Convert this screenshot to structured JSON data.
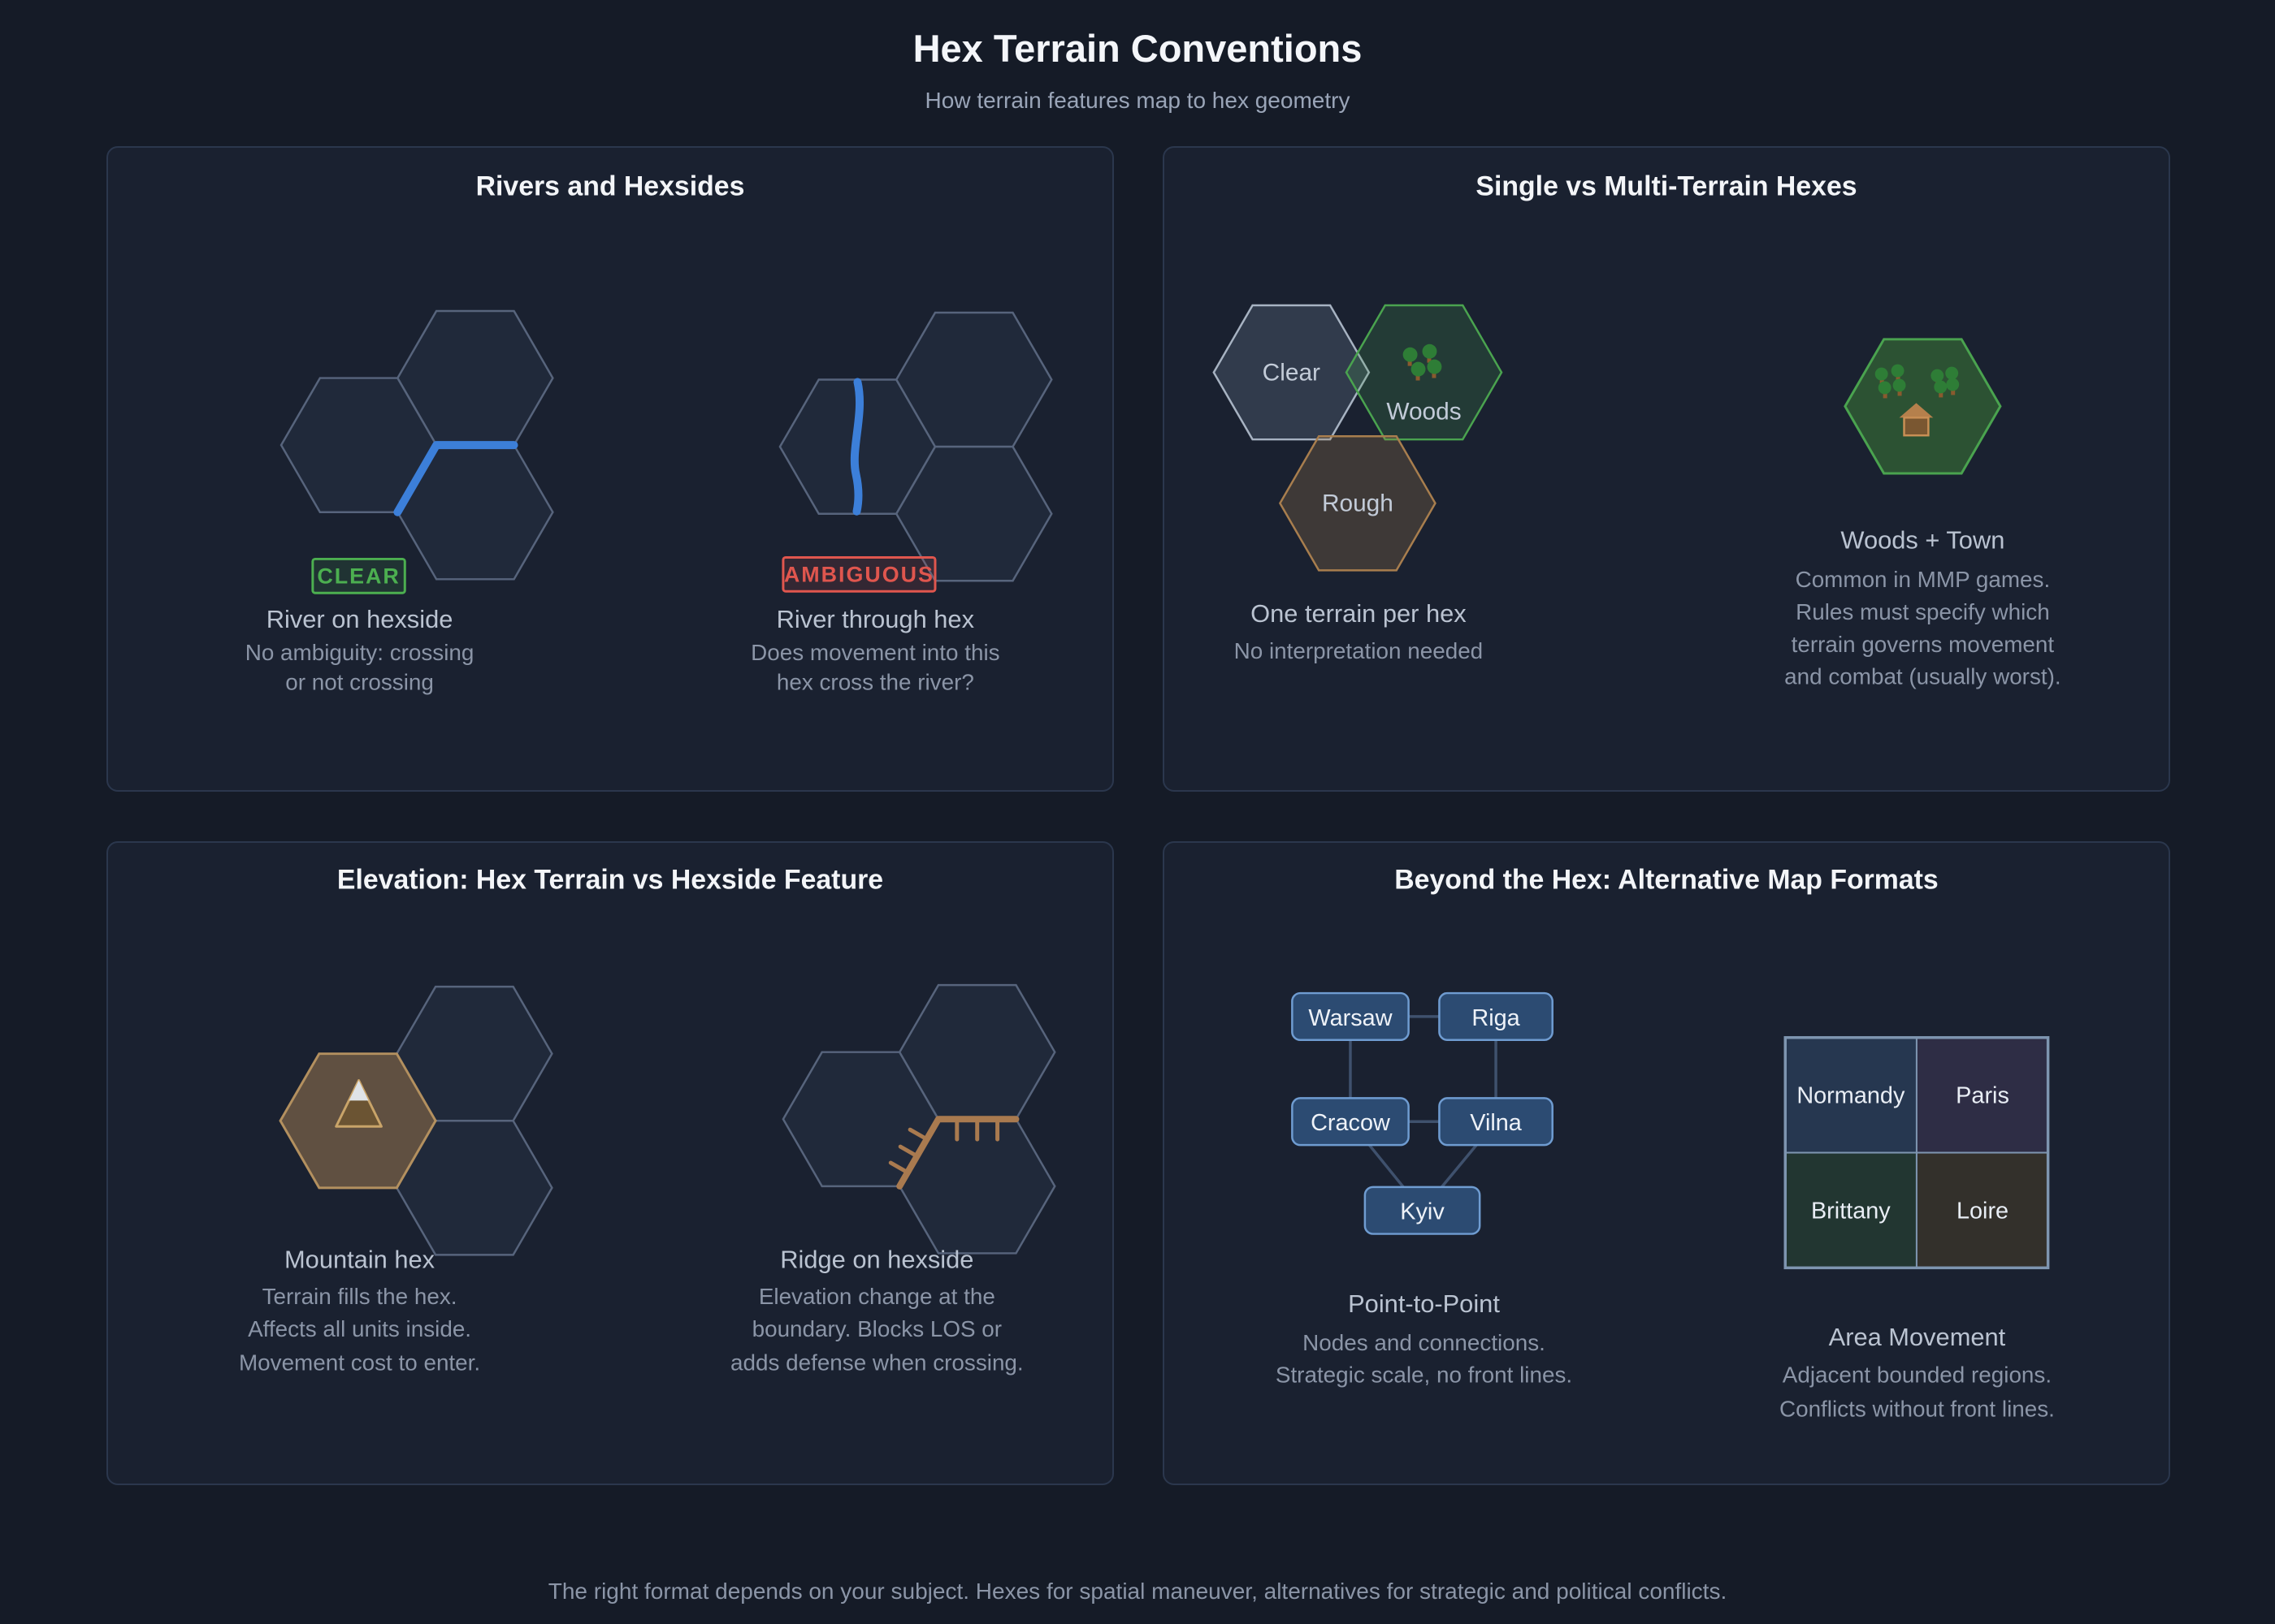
{
  "page": {
    "title": "Hex Terrain Conventions",
    "subtitle": "How terrain features map to hex geometry",
    "footer": "The right format depends on your subject. Hexes for spatial maneuver, alternatives for strategic and political conflicts."
  },
  "colors": {
    "river_blue": "#3c7fd9",
    "clear_green": "#4caf50",
    "ambiguous_red": "#e0564e",
    "woods_green": "#4aa34f",
    "rough_brown": "#a87e4e",
    "mountain_tan": "#b3905f",
    "ridge_tan": "#a97a4f",
    "node_blue": "#2c4b72",
    "node_border_blue": "#6f9cd1",
    "region_normandy": "#263750",
    "region_paris": "#2e2d45",
    "region_brittany": "#223631",
    "region_loire": "#33302b"
  },
  "panels": {
    "rivers": {
      "title": "Rivers and Hexsides",
      "clear": {
        "badge": "CLEAR",
        "label": "River on hexside",
        "line1": "No ambiguity: crossing",
        "line2": "or not crossing"
      },
      "ambiguous": {
        "badge": "AMBIGUOUS",
        "label": "River through hex",
        "line1": "Does movement into this",
        "line2": "hex cross the river?"
      }
    },
    "terrain": {
      "title": "Single vs Multi-Terrain Hexes",
      "single": {
        "hex_clear": "Clear",
        "hex_woods": "Woods",
        "hex_rough": "Rough",
        "label": "One terrain per hex",
        "line1": "No interpretation needed"
      },
      "multi": {
        "label": "Woods + Town",
        "line1": "Common in MMP games.",
        "line2": "Rules must specify which",
        "line3": "terrain governs movement",
        "line4": "and combat (usually worst)."
      }
    },
    "elevation": {
      "title": "Elevation: Hex Terrain vs Hexside Feature",
      "mountain": {
        "label": "Mountain hex",
        "line1": "Terrain fills the hex.",
        "line2": "Affects all units inside.",
        "line3": "Movement cost to enter."
      },
      "ridge": {
        "label": "Ridge on hexside",
        "line1": "Elevation change at the",
        "line2": "boundary. Blocks LOS or",
        "line3": "adds defense when crossing."
      }
    },
    "formats": {
      "title": "Beyond the Hex: Alternative Map Formats",
      "p2p": {
        "nodes": [
          "Warsaw",
          "Riga",
          "Cracow",
          "Vilna",
          "Kyiv"
        ],
        "label": "Point-to-Point",
        "line1": "Nodes and connections.",
        "line2": "Strategic scale, no front lines."
      },
      "area": {
        "regions": [
          "Normandy",
          "Paris",
          "Brittany",
          "Loire"
        ],
        "label": "Area Movement",
        "line1": "Adjacent bounded regions.",
        "line2": "Conflicts without front lines."
      }
    }
  }
}
